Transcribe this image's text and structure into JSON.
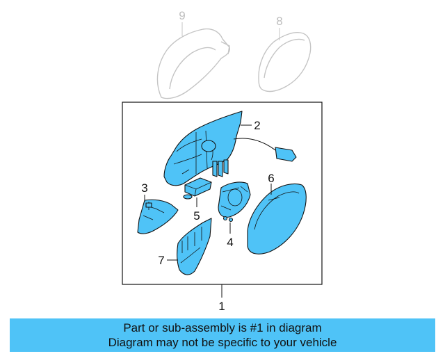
{
  "callouts": {
    "c1": "1",
    "c2": "2",
    "c3": "3",
    "c4": "4",
    "c5": "5",
    "c6": "6",
    "c7": "7",
    "c8": "8",
    "c9": "9"
  },
  "banner": {
    "line1": "Part or sub-assembly is #1 in diagram",
    "line2": "Diagram may not be specific to your vehicle"
  },
  "colors": {
    "part_fill": "#4fc3f7",
    "banner_bg": "#4fc3f7",
    "ghost_stroke": "#c4c4c4"
  }
}
